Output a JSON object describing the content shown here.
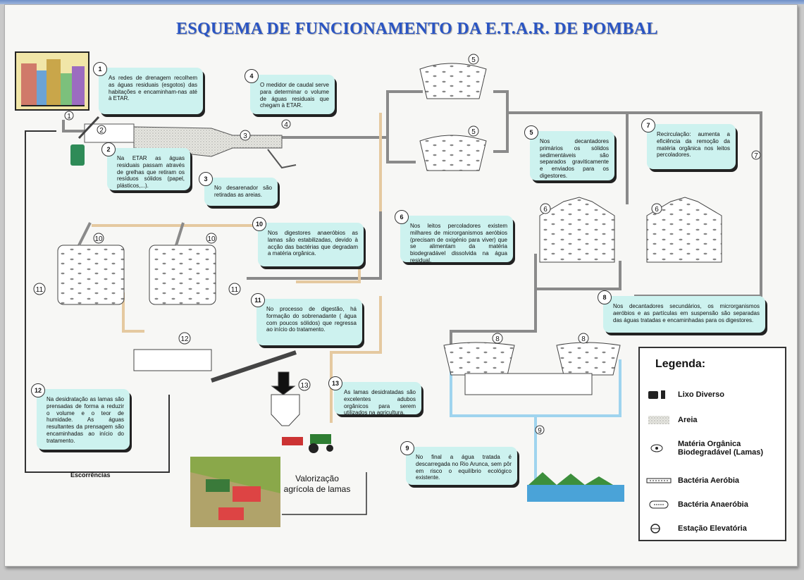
{
  "title": "ESQUEMA DE FUNCIONAMENTO DA E.T.A.R. DE POMBAL",
  "callouts": [
    {
      "n": "1",
      "text": "As redes de drenagem recolhem as águas residuais (esgotos) das habitações e encaminham-nas até à ETAR."
    },
    {
      "n": "2",
      "text": "Na ETAR as águas residuais passam através de grelhas que retiram os resíduos sólidos (papel, plásticos,...)."
    },
    {
      "n": "3",
      "text": "No desarenador são retiradas as areias."
    },
    {
      "n": "4",
      "text": "O medidor de caudal serve para determinar o volume de águas residuais que chegam à ETAR."
    },
    {
      "n": "5",
      "text": "Nos decantadores primários os sólidos sedimentáveis são separados graviticamente e enviados para os digestores."
    },
    {
      "n": "6",
      "text": "Nos leitos percoladores existem milhares de microrganismos aeróbios (precisam de oxigénio para viver) que se alimentam da matéria biodegradável dissolvida na água residual."
    },
    {
      "n": "7",
      "text": "Recirculação: aumenta a eficiência da remoção da matéria orgânica nos leitos percoladores."
    },
    {
      "n": "8",
      "text": "Nos decantadores secundários, os microrganismos aeróbios e as partículas em suspensão são separadas das águas tratadas e encaminhadas para os digestores."
    },
    {
      "n": "9",
      "text": "No final a água tratada é descarregada no Rio Arunca, sem pôr em risco o equilíbrio ecológico existente."
    },
    {
      "n": "10",
      "text": "Nos digestores anaeróbios as lamas são estabilizadas, devido à acção das bactérias que degradam a matéria orgânica."
    },
    {
      "n": "11",
      "text": "No processo de digestão, há formação do sobrenadante ( água com poucos sólidos) que regressa ao início do tratamento."
    },
    {
      "n": "12",
      "text": "Na desidratação as lamas são prensadas de forma a reduzir o volume e o teor de humidade. As águas resultantes da prensagem são encaminhadas ao início do tratamento."
    },
    {
      "n": "13",
      "text": "As lamas desidratadas são excelentes adubos orgânicos para serem utilizados na agricultura."
    }
  ],
  "stage_labels": [
    "1",
    "2",
    "3",
    "4",
    "5",
    "5",
    "6",
    "6",
    "7",
    "8",
    "8",
    "9",
    "10",
    "10",
    "11",
    "11",
    "12",
    "13"
  ],
  "escorrencias": "Escorrências",
  "valorizacao": "Valorização agrícola de lamas",
  "legend": {
    "title": "Legenda:",
    "items": [
      {
        "label": "Lixo Diverso",
        "icon": "trash-icon"
      },
      {
        "label": "Areia",
        "icon": "sand-icon"
      },
      {
        "label": "Matéria Orgânica Biodegradável (Lamas)",
        "icon": "organic-matter-icon"
      },
      {
        "label": "Bactéria Aeróbia",
        "icon": "aerobic-bacteria-icon"
      },
      {
        "label": "Bactéria Anaeróbia",
        "icon": "anaerobic-bacteria-icon"
      },
      {
        "label": "Estação Elevatória",
        "icon": "pumping-station-icon"
      }
    ]
  },
  "colors": {
    "title": "#2a55c4",
    "callout_bg": "#cdf2ef",
    "pipe": "#8a8a8a",
    "sludge_pipe": "#e5c9a0",
    "water_pipe": "#9fd4ee"
  }
}
